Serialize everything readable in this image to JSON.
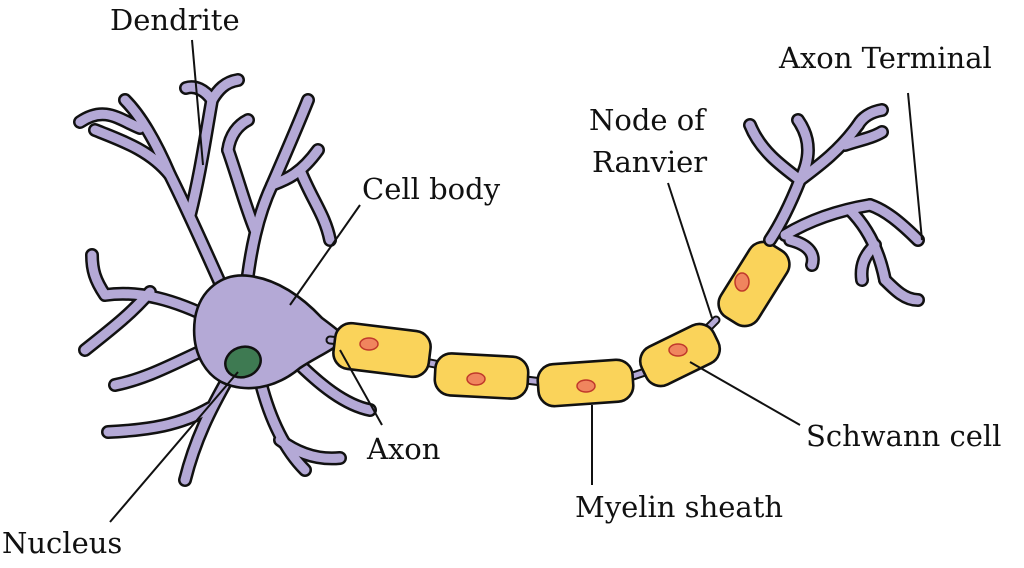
{
  "colors": {
    "neuron": "#b4a9d6",
    "nucleus": "#3e7a52",
    "myelin": "#fad35a",
    "schwann_nucleus": "#f0855e",
    "outline": "#111111"
  },
  "labels": {
    "dendrite": "Dendrite",
    "axon_terminal": "Axon Terminal",
    "node_of_ranvier_line1": "Node of",
    "node_of_ranvier_line2": "Ranvier",
    "cell_body": "Cell body",
    "axon": "Axon",
    "schwann_cell": "Schwann cell",
    "myelin_sheath": "Myelin sheath",
    "nucleus": "Nucleus"
  }
}
